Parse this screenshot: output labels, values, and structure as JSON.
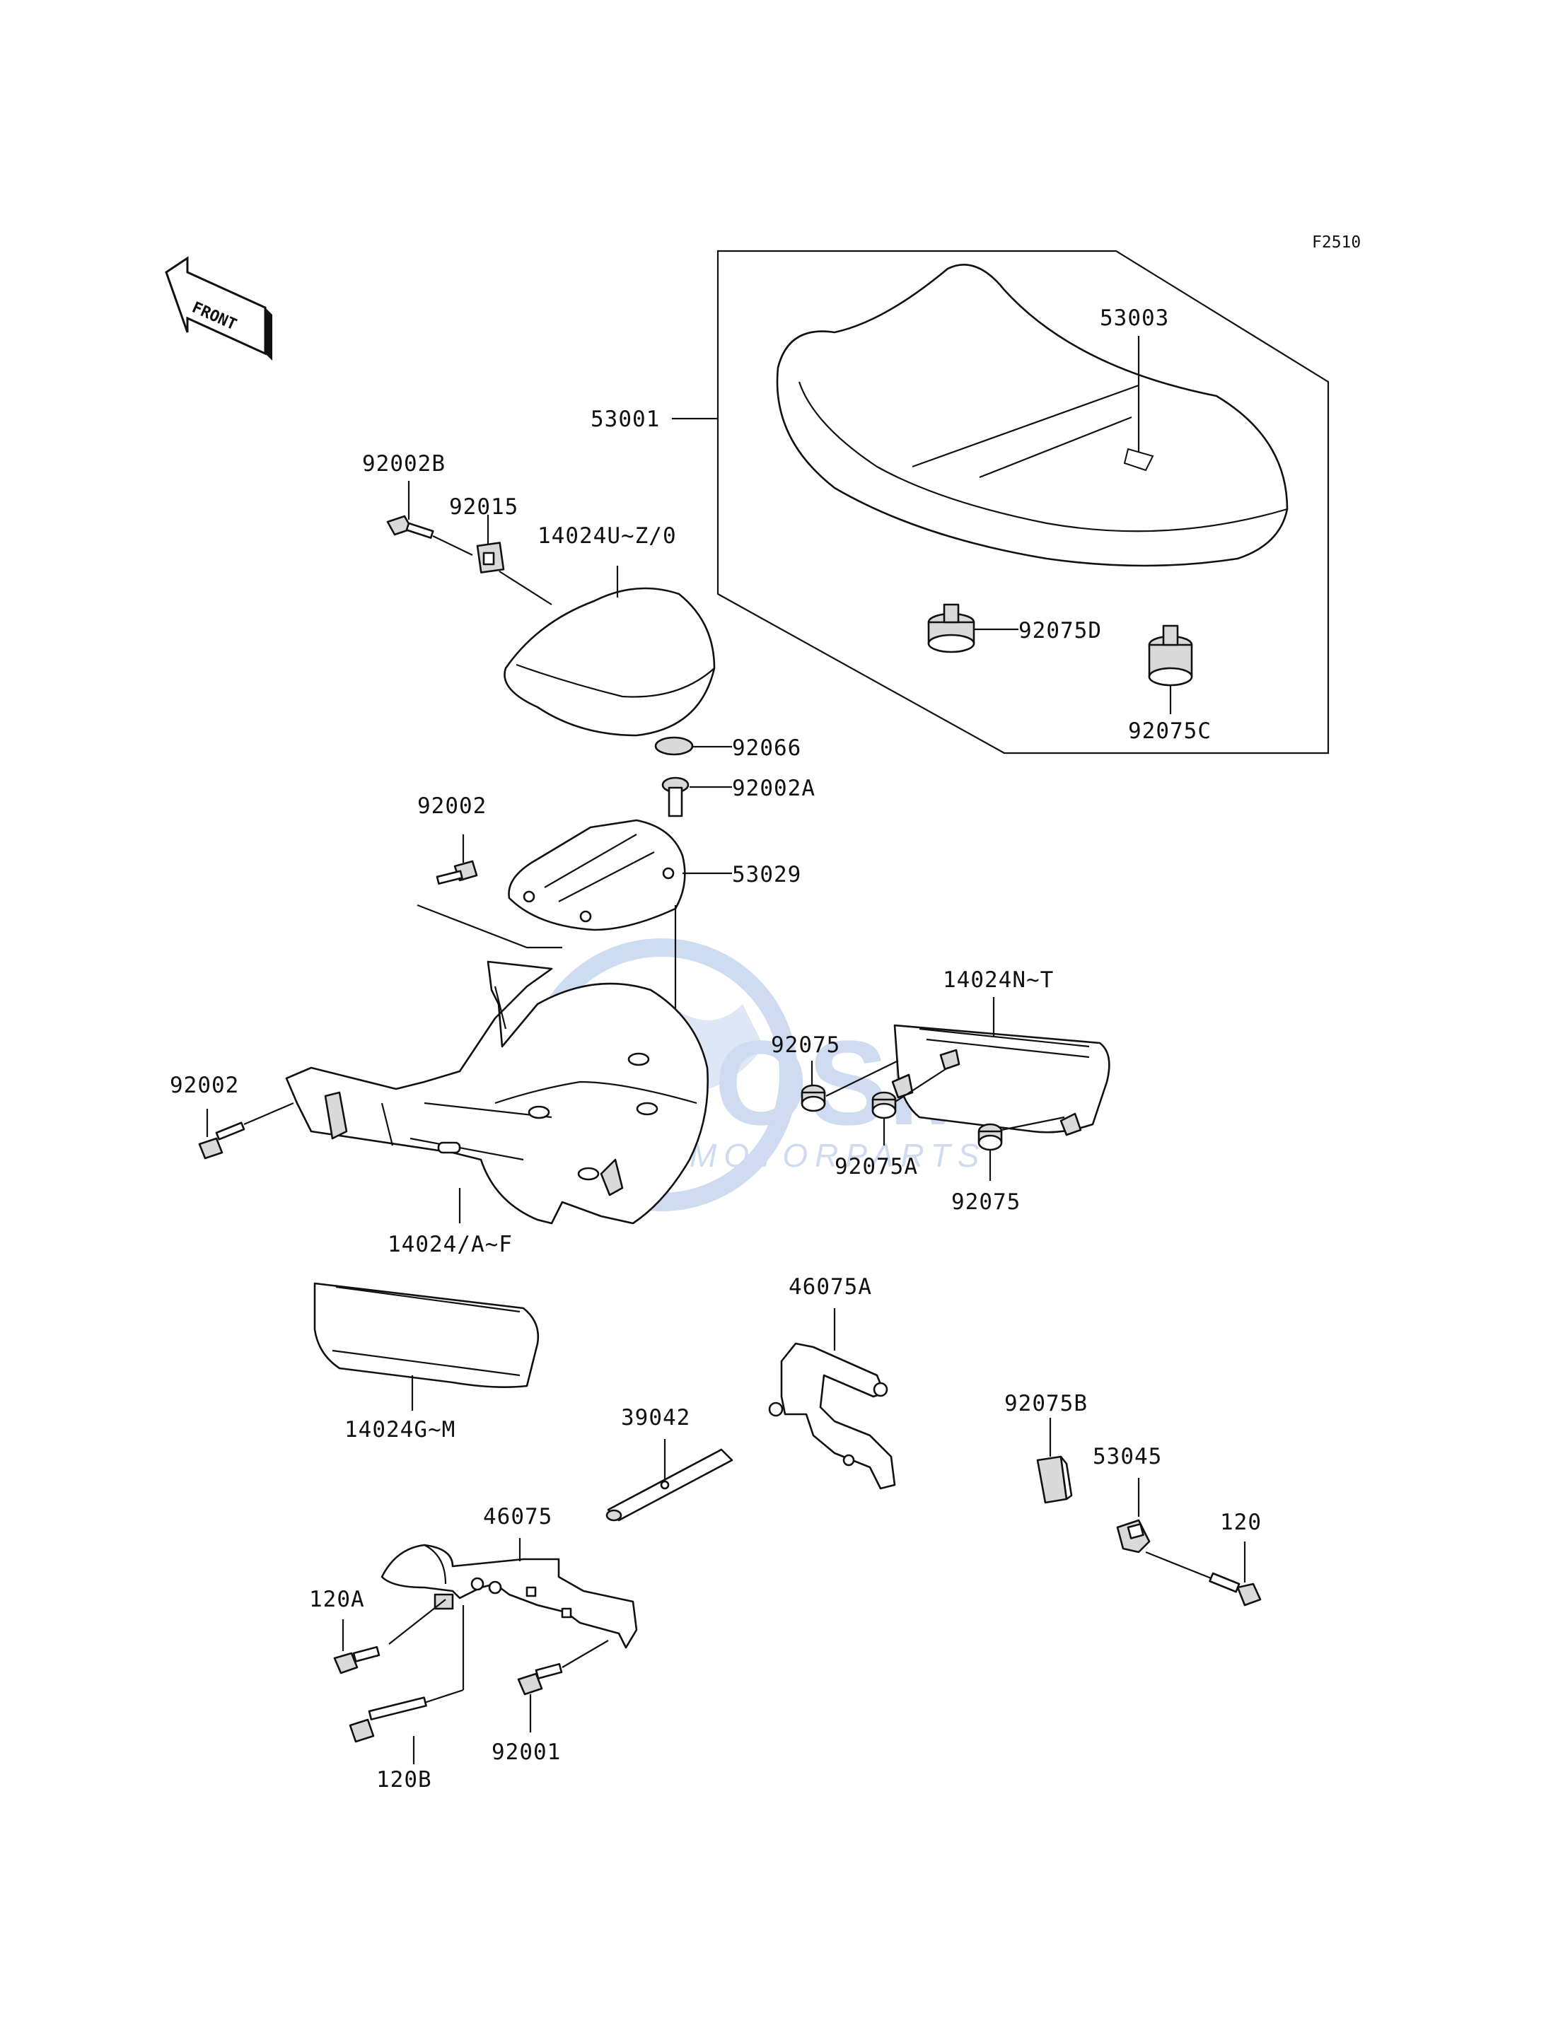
{
  "diagram": {
    "code": "F2510",
    "front_label": "FRONT",
    "watermark": {
      "title": "OSM",
      "subtitle": "MOTORPARTS"
    },
    "parts": {
      "p53001": "53001",
      "p53003": "53003",
      "p92075D": "92075D",
      "p92075C": "92075C",
      "p92002B": "92002B",
      "p92015": "92015",
      "p14024UZ0": "14024U~Z/0",
      "p92066": "92066",
      "p92002A": "92002A",
      "p92002_top": "92002",
      "p53029": "53029",
      "p14024NT": "14024N~T",
      "p92075_a": "92075",
      "p92002_left": "92002",
      "p92075A": "92075A",
      "p92075_b": "92075",
      "p14024AF": "14024/A~F",
      "p46075A": "46075A",
      "p14024GM": "14024G~M",
      "p39042": "39042",
      "p92075B": "92075B",
      "p53045": "53045",
      "p46075": "46075",
      "p120": "120",
      "p120A": "120A",
      "p120B": "120B",
      "p92001": "92001"
    }
  }
}
